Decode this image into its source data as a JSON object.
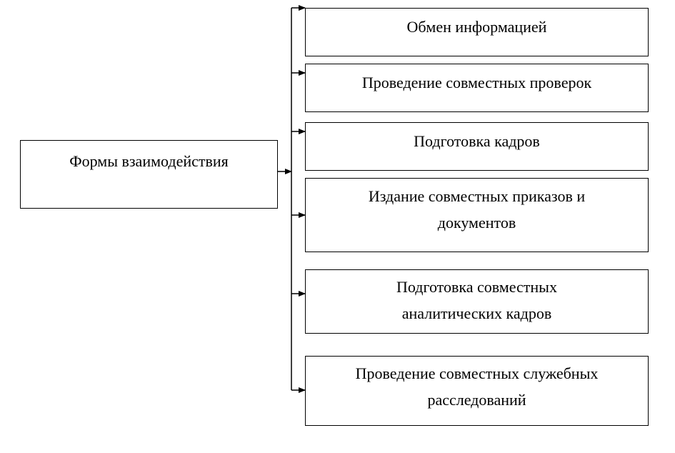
{
  "diagram": {
    "root": {
      "label": "Формы взаимодействия"
    },
    "children": [
      {
        "label": "Обмен информацией"
      },
      {
        "label": "Проведение совместных проверок"
      },
      {
        "label": "Подготовка кадров"
      },
      {
        "label": "Издание совместных приказов и документов",
        "lines": [
          "Издание совместных приказов и",
          "документов"
        ]
      },
      {
        "label": "Подготовка совместных аналитических кадров",
        "lines": [
          "Подготовка совместных",
          "аналитических кадров"
        ]
      },
      {
        "label": "Проведение совместных служебных расследований",
        "lines": [
          "Проведение совместных служебных",
          "расследований"
        ]
      }
    ]
  }
}
